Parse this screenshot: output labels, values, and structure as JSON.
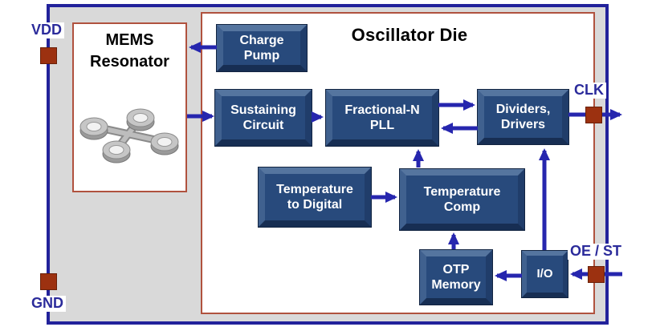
{
  "diagram": {
    "title": "Oscillator Die",
    "mems": {
      "lines": [
        "MEMS",
        "Resonator"
      ]
    },
    "blocks": {
      "charge_pump": {
        "lines": [
          "Charge",
          "Pump"
        ]
      },
      "sustaining": {
        "lines": [
          "Sustaining",
          "Circuit"
        ]
      },
      "pll": {
        "lines": [
          "Fractional-N",
          "PLL"
        ]
      },
      "dividers": {
        "lines": [
          "Dividers,",
          "Drivers"
        ]
      },
      "temp_to_digital": {
        "lines": [
          "Temperature",
          "to Digital"
        ]
      },
      "temp_comp": {
        "lines": [
          "Temperature",
          "Comp"
        ]
      },
      "otp_memory": {
        "lines": [
          "OTP",
          "Memory"
        ]
      },
      "io": {
        "lines": [
          "I/O"
        ]
      }
    },
    "pins": {
      "vdd": "VDD",
      "gnd": "GND",
      "clk": "CLK",
      "oe_st": "OE / ST"
    },
    "colors": {
      "outer_border": "#22229b",
      "inner_fill": "#d9d9d9",
      "die_border": "#b0523e",
      "block_fill": "#284a7c",
      "arrow": "#2626ae",
      "pad_fill": "#9c3110",
      "pin_label": "#2b2b9b"
    }
  }
}
